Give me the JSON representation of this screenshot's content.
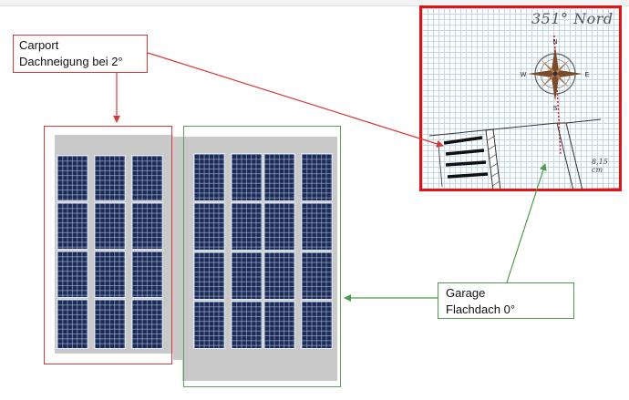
{
  "labels": {
    "carport_line1": "Carport",
    "carport_line2": "Dachneigung bei 2°",
    "garage_line1": "Garage",
    "garage_line2": "Flachdach 0°"
  },
  "inset": {
    "north_note": "351° Nord",
    "measurement": "8,15 cm",
    "compass": {
      "n": "N",
      "s": "S",
      "e": "E",
      "w": "W"
    }
  },
  "colors": {
    "carport_accent": "#d63a3a",
    "garage_accent": "#4f9a4f",
    "inset_border": "#e01414",
    "panel": "#1b2b55"
  },
  "icons": [
    "compass-rose-icon"
  ]
}
